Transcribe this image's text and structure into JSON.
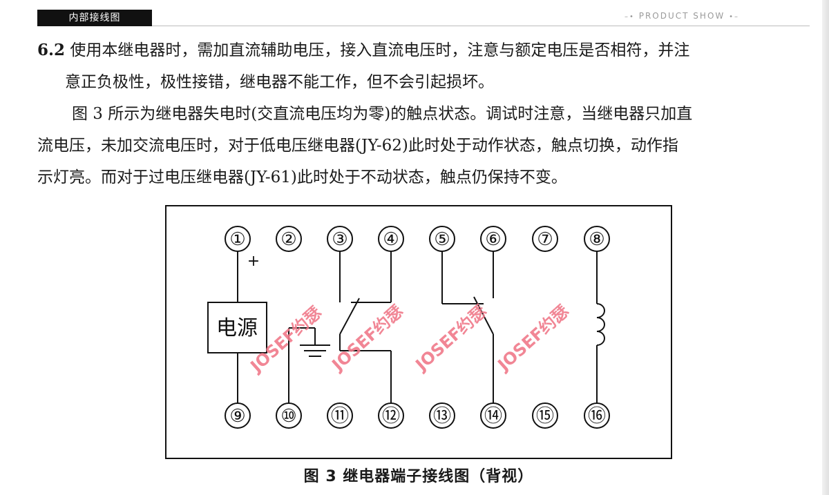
{
  "header": {
    "tag": "内部接线图",
    "right_label": "PRODUCT SHOW"
  },
  "text": {
    "section_no": "6.2",
    "p1_line1": "使用本继电器时，需加直流辅助电压，接入直流电压时，注意与额定电压是否相符，并注",
    "p1_line2": "意正负极性，极性接错，继电器不能工作，但不会引起损坏。",
    "p2_line1": "图 3 所示为继电器失电时(交直流电压均为零)的触点状态。调试时注意，当继电器只加直",
    "p2_line2": "流电压，未加交流电压时，对于低电压继电器(JY-62)此时处于动作状态，触点切换，动作指",
    "p2_line3": "示灯亮。而对于过电压继电器(JY-61)此时处于不动状态，触点仍保持不变。"
  },
  "diagram": {
    "top_terminals": [
      "①",
      "②",
      "③",
      "④",
      "⑤",
      "⑥",
      "⑦",
      "⑧"
    ],
    "bottom_terminals": [
      "⑨",
      "⑩",
      "⑪",
      "⑫",
      "⑬",
      "⑭",
      "⑮",
      "⑯"
    ],
    "power_label": "电源",
    "plus_sign": "+",
    "watermark": "JOSEF约瑟",
    "watermark_color": "#f07a8a",
    "line_color": "#111111"
  },
  "caption": "图 3  继电器端子接线图（背视）"
}
